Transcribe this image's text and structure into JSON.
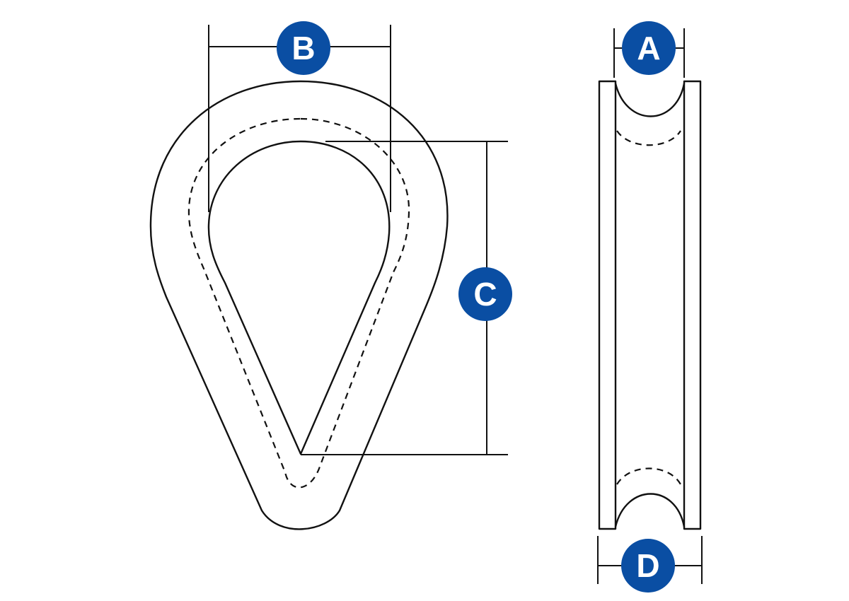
{
  "colors": {
    "line": "#111111",
    "badge": "#0a4ea3",
    "badge_text": "#ffffff",
    "background": "#ffffff"
  },
  "dimensions": {
    "a": {
      "label": "A"
    },
    "b": {
      "label": "B"
    },
    "c": {
      "label": "C"
    },
    "d": {
      "label": "D"
    }
  }
}
